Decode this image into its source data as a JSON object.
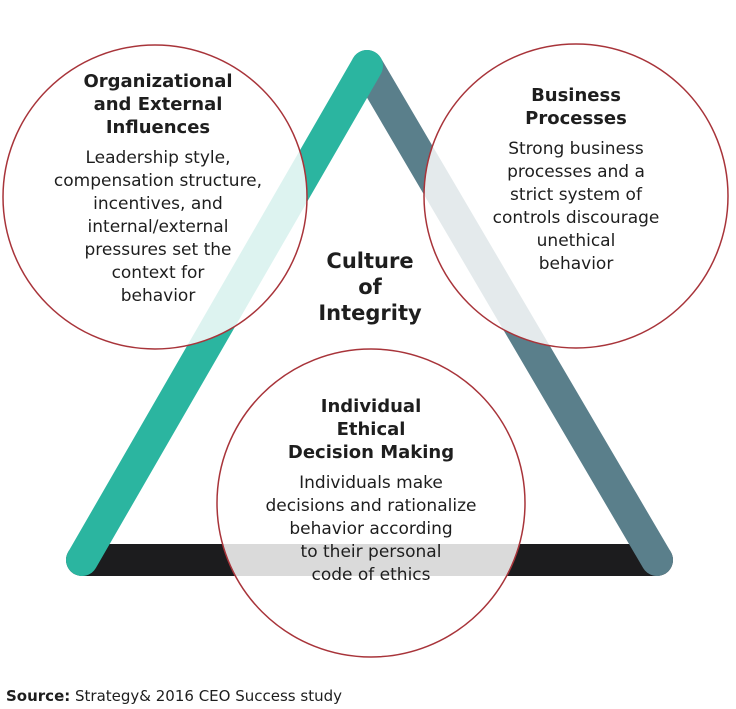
{
  "diagram": {
    "center_label": "Culture\nof\nIntegrity",
    "circles": [
      {
        "title": "Organizational\nand External\nInfluences",
        "body": "Leadership style,\ncompensation structure,\nincentives, and\ninternal/external\npressures set the\ncontext for\nbehavior"
      },
      {
        "title": "Business\nProcesses",
        "body": "Strong business\nprocesses and a\nstrict system of\ncontrols discourage\nunethical\nbehavior"
      },
      {
        "title": "Individual\nEthical\nDecision Making",
        "body": "Individuals make\ndecisions and rationalize\nbehavior according\nto their personal\ncode of ethics"
      }
    ],
    "colors": {
      "left_side": "#2bb5a0",
      "right_side": "#5a7f8b",
      "bottom_side": "#1c1c1e",
      "circle_outline": "#a8343a",
      "circle_fill": "#ffffff"
    }
  },
  "source": {
    "label": "Source:",
    "text": "Strategy& 2016 CEO Success study"
  }
}
